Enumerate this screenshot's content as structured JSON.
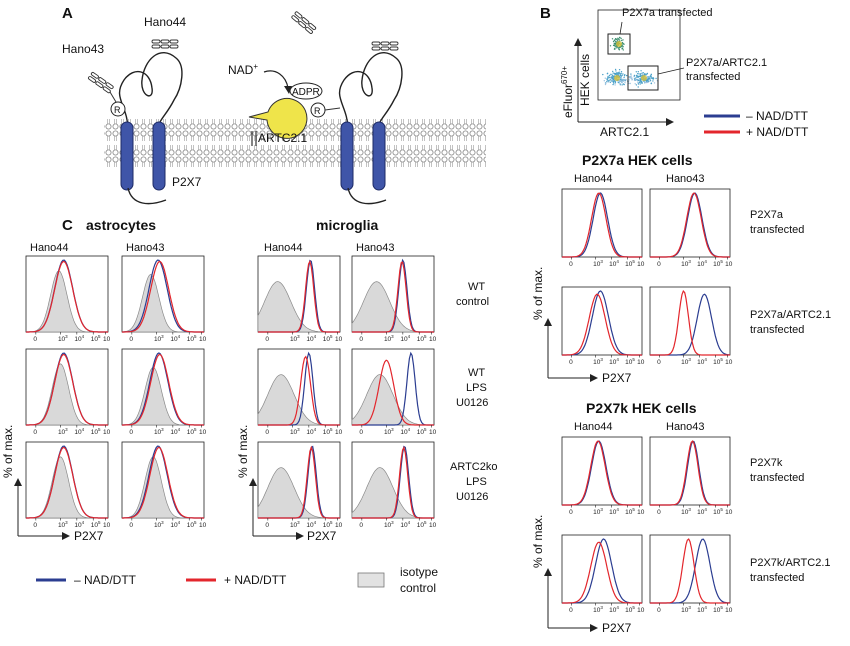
{
  "panel_a": {
    "letter": "A",
    "antibody1": "Hano43",
    "antibody2": "Hano44",
    "nad": "NAD",
    "nad_sup": "+",
    "adpr": "ADPR",
    "r": "R",
    "enzyme": "ARTC2.1",
    "receptor": "P2X7"
  },
  "panel_b": {
    "letter": "B",
    "flow_ylabel_1": "eFluor",
    "flow_ylabel_sup": "670+",
    "flow_ylabel_2": "HEK cells",
    "flow_xlabel": "ARTC2.1",
    "gate1": "P2X7a transfected",
    "gate2_line1": "P2X7a/ARTC2.1",
    "gate2_line2": "transfected",
    "legend": [
      {
        "label": "– NAD/DTT",
        "color": "#2b3d91"
      },
      {
        "label": "+ NAD/DTT",
        "color": "#e3262c"
      }
    ],
    "group1_title": "P2X7a HEK cells",
    "group2_title": "P2X7k HEK cells",
    "col1": "Hano44",
    "col2": "Hano43",
    "row_a1": [
      "P2X7a",
      "transfected"
    ],
    "row_a2": [
      "P2X7a/ARTC2.1",
      "transfected"
    ],
    "row_k1": [
      "P2X7k",
      "transfected"
    ],
    "row_k2": [
      "P2X7k/ARTC2.1",
      "transfected"
    ],
    "ylabel": "% of max.",
    "xlabel": "P2X7"
  },
  "panel_c": {
    "letter": "C",
    "astro": "astrocytes",
    "micro": "microglia",
    "col1": "Hano44",
    "col2": "Hano43",
    "rows": [
      [
        "WT",
        "control"
      ],
      [
        "WT",
        "LPS",
        "U0126"
      ],
      [
        "ARTC2ko",
        "LPS",
        "U0126"
      ]
    ],
    "ylabel": "% of max.",
    "xlabel": "P2X7",
    "legend_neg": "– NAD/DTT",
    "legend_pos": "+ NAD/DTT",
    "legend_iso_1": "isotype",
    "legend_iso_2": "control"
  },
  "ticks": [
    "0",
    "10",
    "10",
    "10",
    "10"
  ],
  "tick_exps": [
    "",
    "3",
    "4",
    "5",
    ""
  ],
  "colors": {
    "blue": "#2b3d91",
    "red": "#e3262c",
    "membrane": "#9a9a9a",
    "receptor": "#3f55a8",
    "enzyme": "#efe44a",
    "isotype": "#d9d9d9"
  }
}
